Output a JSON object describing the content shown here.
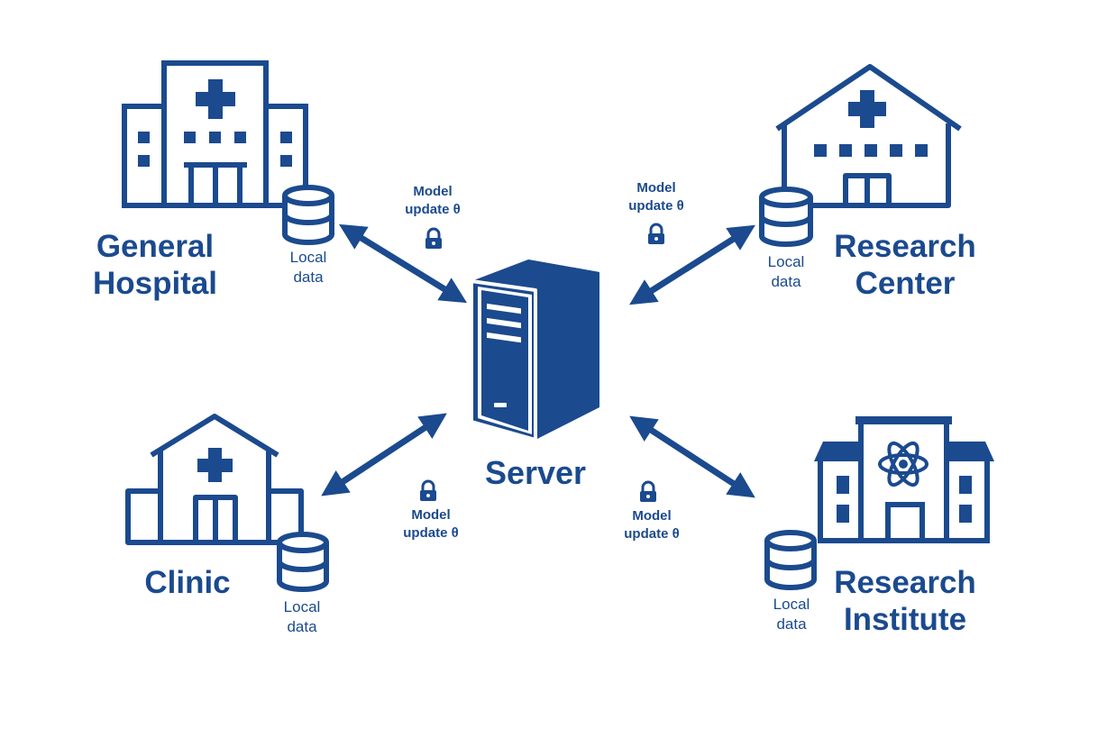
{
  "server": {
    "label": "Server"
  },
  "sites": {
    "general_hospital": {
      "line1": "General",
      "line2": "Hospital"
    },
    "research_center": {
      "line1": "Research",
      "line2": "Center"
    },
    "clinic": {
      "line1": "Clinic"
    },
    "research_institute": {
      "line1": "Research",
      "line2": "Institute"
    }
  },
  "local_data": {
    "line1": "Local",
    "line2": "data"
  },
  "model_update": {
    "line1": "Model",
    "line2": "update θ"
  },
  "colors": {
    "primary": "#1b4a8e"
  }
}
